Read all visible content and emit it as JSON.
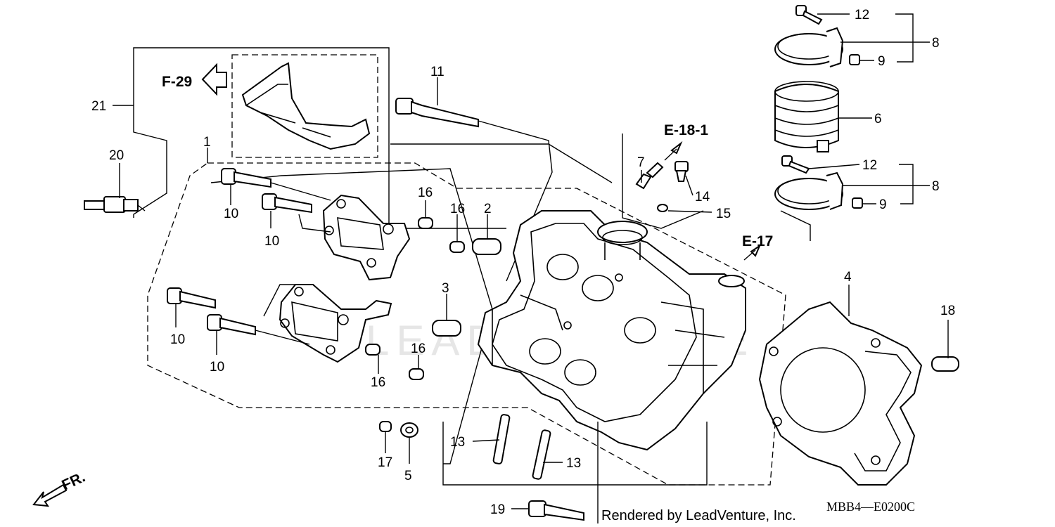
{
  "labels": {
    "p1": "1",
    "p2": "2",
    "p3": "3",
    "p4": "4",
    "p5": "5",
    "p6": "6",
    "p7": "7",
    "p8a": "8",
    "p8b": "8",
    "p9a": "9",
    "p9b": "9",
    "p10a": "10",
    "p10b": "10",
    "p10c": "10",
    "p10d": "10",
    "p11": "11",
    "p12a": "12",
    "p12b": "12",
    "p13a": "13",
    "p13b": "13",
    "p14": "14",
    "p15": "15",
    "p16a": "16",
    "p16b": "16",
    "p16c": "16",
    "p16d": "16",
    "p17": "17",
    "p18": "18",
    "p19": "19",
    "p20": "20",
    "p21": "21"
  },
  "refs": {
    "f29": "F-29",
    "e181": "E-18-1",
    "e17": "E-17",
    "fr": "FR."
  },
  "footer": {
    "rendered_by": "Rendered by LeadVenture, Inc.",
    "code": "MBB4—E0200C"
  },
  "watermark": "LEADVENTURE"
}
